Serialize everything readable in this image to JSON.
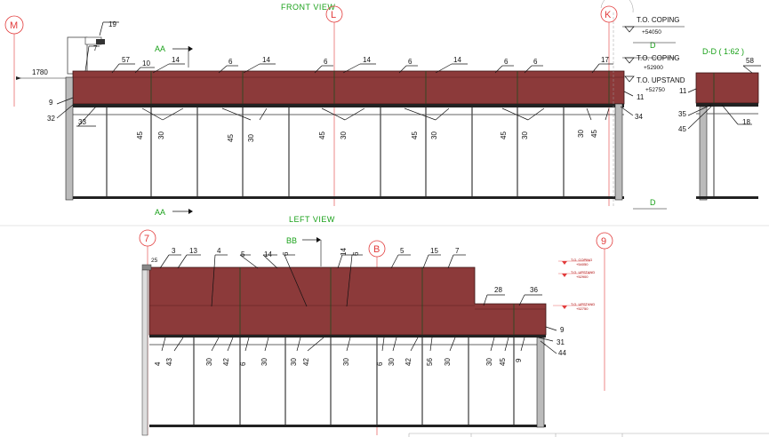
{
  "views": {
    "front": "FRONT VIEW",
    "left": "LEFT VIEW",
    "detail": "D-D ( 1:62 )"
  },
  "sections": {
    "aa_top": "AA",
    "aa_bottom": "AA",
    "bb": "BB",
    "d_top": "D",
    "d_bottom": "D"
  },
  "grid_labels": {
    "m": "M",
    "l": "L",
    "k": "K",
    "seven": "7",
    "b": "B",
    "nine": "9"
  },
  "levels": {
    "coping_1_name": "T.O. COPING",
    "coping_1_value": "+54050",
    "coping_2_name": "T.O. COPING",
    "coping_2_value": "+52900",
    "upstand_name": "T.O. UPSTAND",
    "upstand_value": "+52750"
  },
  "small_levels": {
    "a_name": "T.O. COPING",
    "a_value": "+54050",
    "b_name": "T.O. UPSTAND",
    "b_value": "+52900",
    "c_name": "T.O. UPSTAND",
    "c_value": "+52750"
  },
  "dimension": "1780",
  "colors": {
    "panel": "#8c3a3a",
    "panel_dark": "#5a1f1f",
    "grid_red": "#e23b3b",
    "section_green": "#1aa11a"
  },
  "front_tags": {
    "t19": "19",
    "t7": "7",
    "t57": "57",
    "t10": "10",
    "t14a": "14",
    "t6a": "6",
    "t14b": "14",
    "t6b": "6",
    "t14c": "14",
    "t6c": "6",
    "t14d": "14",
    "t6d": "6",
    "t6e": "6",
    "t17": "17",
    "t9": "9",
    "t32": "32",
    "t33": "33",
    "t11": "11",
    "t34": "34"
  },
  "front_bottom": [
    "45",
    "30",
    "45",
    "30",
    "45",
    "30",
    "45",
    "30",
    "45",
    "30",
    "30",
    "45"
  ],
  "detail_tags": {
    "t58": "58",
    "t11": "11",
    "t35": "35",
    "t45": "45",
    "t18": "18"
  },
  "left_top": {
    "t3": "3",
    "t13": "13",
    "t4": "4",
    "t5a": "5",
    "t14a": "14",
    "t6a": "6",
    "t14b": "14",
    "t6b": "6",
    "t5b": "5",
    "t15": "15",
    "t7": "7",
    "t28": "28",
    "t36": "36",
    "t9": "9",
    "t31": "31",
    "t44": "44",
    "t25": "25"
  },
  "left_bottom": [
    "4",
    "43",
    "30",
    "42",
    "6",
    "30",
    "30",
    "42",
    "30",
    "6",
    "30",
    "42",
    "56",
    "30",
    "30",
    "45",
    "9"
  ]
}
